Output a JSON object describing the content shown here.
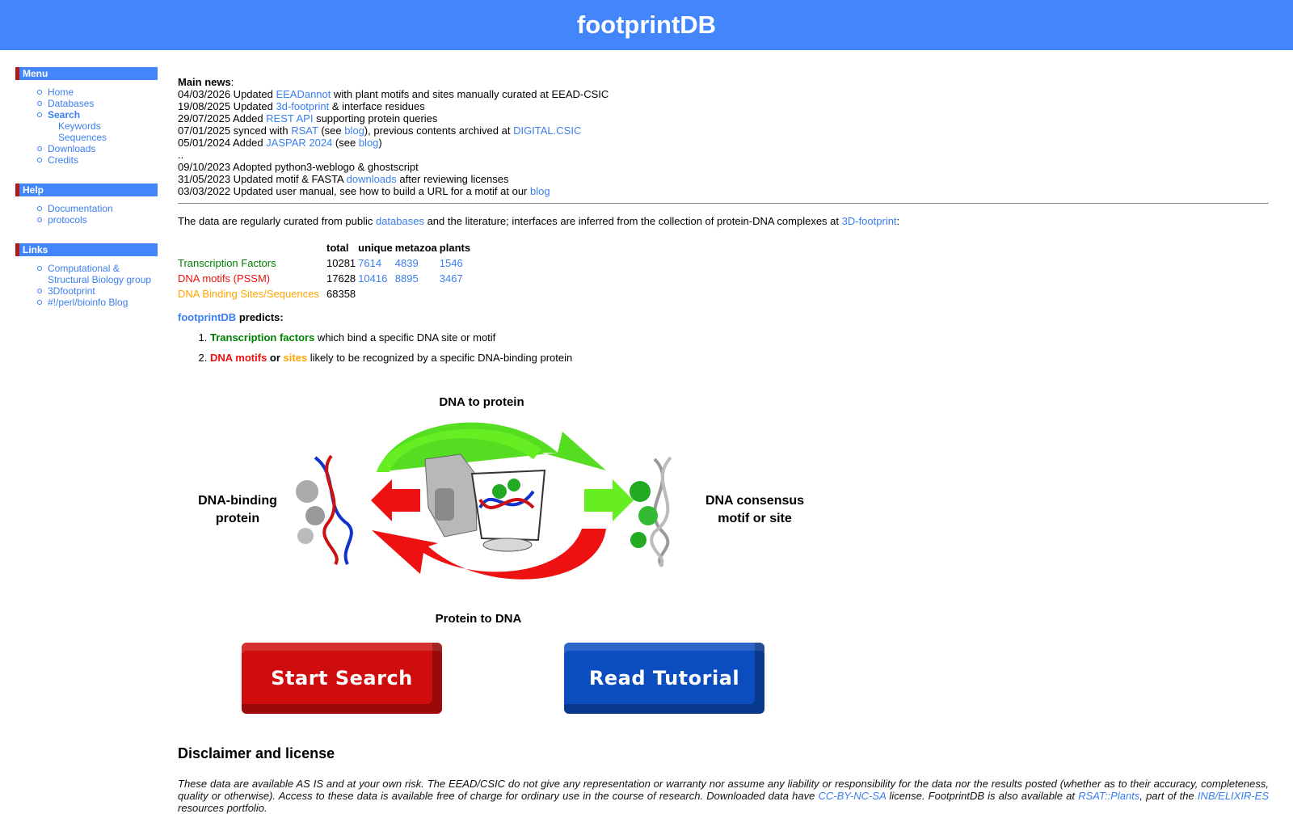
{
  "header": {
    "title": "footprintDB"
  },
  "sidebar": {
    "menu": {
      "title": "Menu",
      "items": [
        {
          "label": "Home"
        },
        {
          "label": "Databases"
        },
        {
          "label": "Search"
        },
        {
          "label": "Keywords"
        },
        {
          "label": "Sequences"
        },
        {
          "label": "Downloads"
        },
        {
          "label": "Credits"
        }
      ]
    },
    "help": {
      "title": "Help",
      "items": [
        {
          "label": "Documentation"
        },
        {
          "label": "protocols"
        }
      ]
    },
    "links": {
      "title": "Links",
      "items": [
        {
          "label": "Computational & Structural Biology group"
        },
        {
          "label": "3Dfootprint"
        },
        {
          "label": "#!/perl/bioinfo Blog"
        }
      ]
    }
  },
  "news": {
    "title": "Main news",
    "colon": ":",
    "items": [
      {
        "a": "04/03/2026 Updated ",
        "link": "EEADannot",
        "b": " with plant motifs and sites manually curated at EEAD-CSIC"
      },
      {
        "a": "19/08/2025 Updated ",
        "link": "3d-footprint",
        "b": " & interface residues"
      },
      {
        "a": "29/07/2025 Added ",
        "link": "REST API",
        "b": " supporting protein queries"
      },
      {
        "a": "07/01/2025 synced with ",
        "link": "RSAT",
        "b": " (see ",
        "link2": "blog",
        "c": "), previous contents archived at ",
        "link3": "DIGITAL.CSIC"
      },
      {
        "a": "05/01/2024 Added ",
        "link": "JASPAR 2024",
        "b": " (see ",
        "link2": "blog",
        "c": ")"
      },
      {
        "a": ".."
      },
      {
        "a": "09/10/2023 Adopted python3-weblogo & ghostscript"
      },
      {
        "a": "31/05/2023 Updated motif & FASTA ",
        "link": "downloads",
        "b": " after reviewing licenses"
      },
      {
        "a": "03/03/2022 Updated user manual, see how to build a URL for a motif at our ",
        "link": "blog"
      }
    ]
  },
  "intro": {
    "a": "The data are regularly curated from public ",
    "link": "databases",
    "b": " and the literature; interfaces are inferred from the collection of protein-DNA complexes at ",
    "link2": "3D-footprint",
    "c": ":"
  },
  "stats": {
    "headers": [
      "total",
      "unique",
      "metazoa",
      "plants"
    ],
    "rows": [
      {
        "label": "Transcription Factors",
        "total": "10281",
        "unique": "7614",
        "metazoa": "4839",
        "plants": "1546"
      },
      {
        "label": "DNA motifs (PSSM)",
        "total": "17628",
        "unique": "10416",
        "metazoa": "8895",
        "plants": "3467"
      },
      {
        "label": "DNA Binding Sites/Sequences",
        "total": "68358",
        "unique": "",
        "metazoa": "",
        "plants": ""
      }
    ]
  },
  "predicts": {
    "link": "footprintDB",
    "text": " predicts:",
    "items": [
      {
        "strong": "Transcription factors",
        "rest": " which bind a specific DNA site or motif"
      },
      {
        "strong": "DNA motifs",
        "or": " or ",
        "strong2": "sites",
        "rest": " likely to be recognized by a specific DNA-binding protein"
      }
    ]
  },
  "diagram": {
    "top_label": "DNA to protein",
    "bottom_label": "Protein to DNA",
    "left_label_1": "DNA-binding",
    "left_label_2": "protein",
    "right_label_1": "DNA consensus",
    "right_label_2": "motif or site"
  },
  "buttons": {
    "search": "Start Search",
    "tutorial": "Read Tutorial"
  },
  "disclaimer": {
    "title": "Disclaimer and license",
    "a": "These data are available AS IS and at your own risk. The EEAD/CSIC do not give any representation or warranty nor assume any liability or responsibility for the data nor the results posted (whether as to their accuracy, completeness, quality or otherwise). Access to these data is available free of charge for ordinary use in the course of research. Downloaded data have ",
    "link": "CC-BY-NC-SA",
    "b": " license. FootprintDB is also available at ",
    "link2": "RSAT::Plants",
    "c": ", part of the ",
    "link3": "INB/ELIXIR-ES",
    "d": " resources portfolio."
  },
  "colors": {
    "header": "#4386fc",
    "link": "#3a7ff0",
    "green": "#008000",
    "red": "#ee1111",
    "orange": "#ffa500"
  }
}
